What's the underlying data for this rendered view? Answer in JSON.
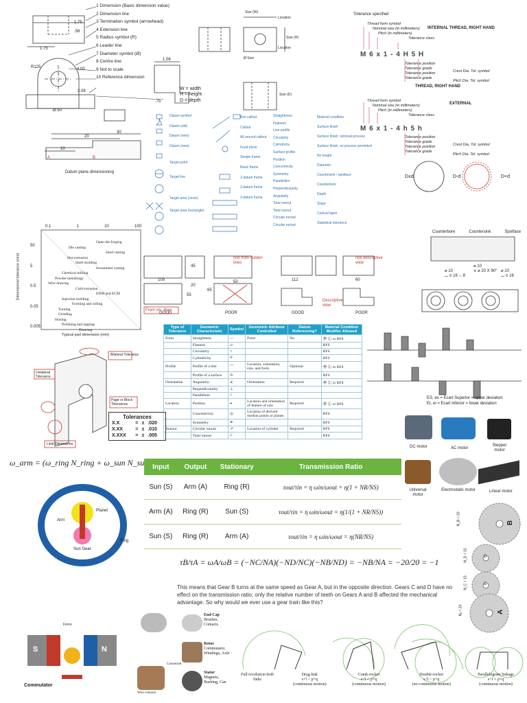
{
  "dimension_list": [
    "1 Dimension (Basic dimension value)",
    "2 Dimension line",
    "3 Termination symbol (arrowhead)",
    "4 Extension line",
    "5 Radius symbol (R)",
    "6 Leader line",
    "7 Diameter symbol (Ø)",
    "8 Centre line",
    "9 Not to scale",
    "10 Reference dimension"
  ],
  "drawing_vals": {
    "v175a": "1.75",
    "v175b": "1.75",
    "v58": ".58",
    "r125": "R125",
    "v40": "4.00",
    "v208": "2.08",
    "v50": "Ø.50",
    "v106": "1.06",
    "v75": ".75"
  },
  "whd": [
    "W = width",
    "H = height",
    "D = depth"
  ],
  "size_labels": {
    "size_w": "Size (W)",
    "location": "Location",
    "size_h": "Size (H)",
    "location2": "Location",
    "hole": "Ø Size",
    "size_d": "Size (D)"
  },
  "thread": {
    "tol_spec": "Tolerance specified",
    "internal": "INTERNAL THREAD, RIGHT HAND",
    "external": "EXTERNAL",
    "right_hand": "THREAD, RIGHT HAND",
    "code_int": "M 6 x 1 - 4 H 5 H",
    "code_ext": "M 6 x 1 - 4 h 5 h",
    "labels_int": [
      "Thread form symbol",
      "Nominal size (in millimeters)",
      "Pitch (in millimeters)",
      "Tolerance class",
      "Tolerance position",
      "Tolerance grade",
      "Tolerance position",
      "Tolerance grade"
    ],
    "labels_int_right": [
      "Crest Dia. Tol. symbol",
      "Pitch Dia. Tol. symbol"
    ],
    "labels_ext": [
      "Thread form symbol",
      "Nominal size (in millimeters)",
      "Pitch (in millimeters)",
      "Tolerance class",
      "Tolerance position",
      "Tolerance grade",
      "Tolerance position",
      "Tolerance grade"
    ],
    "labels_ext_right": [
      "Crest Dia. Tol. symbol",
      "Pitch Dia. Tol. symbol"
    ],
    "circles": [
      "D±d",
      "D-d",
      "D+d"
    ]
  },
  "datum_plane": {
    "dim20": "20",
    "dim30": "30",
    "dim10": "10",
    "A": "A",
    "B": "B",
    "caption": "Datum plane dimensioning"
  },
  "datum_symbols": [
    "Datum symbol",
    "Datum (old)",
    "Datum (new)",
    "Datum (new)",
    "Target point",
    "Target line",
    "Target area (circle)",
    "Target area (rectangle)"
  ],
  "frame_labels": [
    "Box callout",
    "Callout",
    "All around callout",
    "Feed block",
    "Simple frame",
    "Basic frame",
    "2-datum frame",
    "2-datum frame",
    "3-datum frame"
  ],
  "gd_col1": [
    "Straightness",
    "Flatness",
    "Line profile",
    "Circularity",
    "Cylindricity",
    "Surface profile",
    "Position",
    "Concentricity",
    "Symmetry",
    "Parallelism",
    "Perpendicularity",
    "Angularity",
    "Total runout",
    "Total runout",
    "Circular runout",
    "Circular runout"
  ],
  "gd_col2": [
    "Material condition",
    "Surface finish",
    "Surface finish, removal process",
    "Surface finish, no process permitted",
    "No length",
    "Diameter",
    "Countersink / spotface",
    "Counterbore",
    "Depth",
    "Slope",
    "Conical taper",
    "Statistical tolerance"
  ],
  "scatter": {
    "xticks": [
      "0.1",
      "1",
      "10",
      "100"
    ],
    "yticks": [
      "50",
      "5",
      "0.5",
      "0.05",
      "0.005"
    ],
    "ylabel": "Dimensional tolerance (mm)",
    "xlabel": "Typical part dimension (mm)",
    "labels": [
      "Die casting",
      "Open die forging",
      "Investment casting",
      "Sand casting",
      "Shell molding",
      "Drawing",
      "Forming and rolling",
      "Powder metallurgy",
      "Cold extrusion",
      "Turning",
      "Wire drawing",
      "EDM and ECM",
      "Grinding",
      "Honing",
      "Polishing and lapping",
      "Hot extrusion",
      "Chemical milling",
      "Injection molding"
    ]
  },
  "views": {
    "good": "GOOD",
    "poor": "POOR",
    "not_from_hidden": "Not from hidden lines",
    "from_vis": "From vis. lines",
    "not_desc": "Not descriptive view",
    "desc": "Descriptive view",
    "d45": "45",
    "d105": "105",
    "d20": "20",
    "d65": "65",
    "d55": "55",
    "d50": "50",
    "d112": "112",
    "d60": "60"
  },
  "holes": {
    "titles": [
      "Counterbore",
      "Countersink",
      "Spotface"
    ],
    "c1": "⌀ 10",
    "c1b": "⌴ ⌀ 16 ⌵ 8",
    "c2": "⌀ 10",
    "c2b": "∨ ⌀ 20 X 90°",
    "c3": "⌀ 10",
    "c3b": "⌴ ⌀ 16"
  },
  "gtab": {
    "headers": [
      "Type of Tolerance",
      "Geometric Characteristic",
      "Symbol",
      "Geometric Attribute Controlled",
      "Datum Referencing?",
      "Material Condition Modifier Allowed"
    ],
    "rows": [
      [
        "Form",
        "Straightness",
        "—",
        "Form",
        "No",
        "Ⓜ Ⓛ or RFS"
      ],
      [
        "",
        "Flatness",
        "▱",
        "",
        "",
        "RFS"
      ],
      [
        "",
        "Circularity",
        "○",
        "",
        "",
        "RFS"
      ],
      [
        "",
        "Cylindricity",
        "⌭",
        "",
        "",
        "RFS"
      ],
      [
        "Profile",
        "Profile of a line",
        "⌒",
        "Location, orientation, size, and form",
        "Optional",
        "Ⓜ Ⓛ or RFS"
      ],
      [
        "",
        "Profile of a surface",
        "⌓",
        "",
        "",
        "RFS"
      ],
      [
        "Orientation",
        "Angularity",
        "∠",
        "Orientation",
        "Required",
        "Ⓜ Ⓛ or RFS"
      ],
      [
        "",
        "Perpendicularity",
        "⊥",
        "",
        "",
        ""
      ],
      [
        "",
        "Parallelism",
        "//",
        "",
        "",
        ""
      ],
      [
        "Location",
        "Position",
        "⌖",
        "Location and orientation of feature of size",
        "Required",
        "Ⓜ Ⓛ or RFS"
      ],
      [
        "",
        "Concentricity",
        "◎",
        "Location of derived median points or planes",
        "",
        "RFS"
      ],
      [
        "",
        "Symmetry",
        "⌯",
        "",
        "",
        "RFS"
      ],
      [
        "Runout",
        "Circular runout",
        "↗",
        "Location of cylinder",
        "Required",
        "RFS"
      ],
      [
        "",
        "Total runout",
        "⌰",
        "",
        "",
        "RFS"
      ]
    ]
  },
  "bracket": {
    "bilateral": "Bilateral Tolerance",
    "unilateral": "Unilateral Tolerance",
    "page_block": "Page or Block Tolerances",
    "limit": "Limit Dimensions",
    "title": "Tolerances",
    "rows": [
      [
        "X.X",
        "=",
        "±",
        ".020"
      ],
      [
        "X.XX",
        "=",
        "±",
        ".010"
      ],
      [
        "X.XXX",
        "=",
        "±",
        ".005"
      ]
    ]
  },
  "deviation": {
    "l1": "ES, es = Ecart Superior = upper deviation",
    "l2": "EI, ei = Ecart Inferior = lower deviation"
  },
  "motors": [
    "DC motor",
    "AC motor",
    "Stepper motor",
    "Universal motor",
    "Electrostatic motor",
    "Linear motor"
  ],
  "omega": "ω_arm = (ω_ring N_ring + ω_sun N_sun) / (N_ring + N_sun)",
  "ttab": {
    "headers": [
      "Input",
      "Output",
      "Stationary",
      "Transmission Ratio"
    ],
    "rows": [
      [
        "Sun (S)",
        "Arm (A)",
        "Ring (R)",
        "τout/τin = η ωin/ωout = η(1 + NR/NS)"
      ],
      [
        "Arm (A)",
        "Ring (R)",
        "Sun (S)",
        "τout/τin = η ωin/ωout = η(1/(1 + NR/NS))"
      ],
      [
        "Sun (S)",
        "Ring (R)",
        "Arm (A)",
        "τout/τin = η ωin/ωout = η(NR/NS)"
      ]
    ]
  },
  "planet": {
    "arm": "Arm",
    "planet": "Planet",
    "sun": "Sun Gear",
    "ring": "Ring"
  },
  "gear_eq": "τB/τA = ωA/ωB = (−NC/NA)(−ND/NC)(−NB/ND) = −NB/NA = −20/20 = −1",
  "gear_text": "This means that Gear B turns at the same speed as Gear A, but in the opposite direction. Gears C and D have no effect on the transmission ratio; only the relative number of teeth on Gears A and B affected the mechanical advantage. So why would we ever use a gear train like this?",
  "gears": {
    "A": "A",
    "B": "B",
    "C": "C",
    "D": "D",
    "nA": "Nₐ = 20",
    "nB": "N_B = 20",
    "nC": "N_C = 15",
    "nD": "N_D = 15"
  },
  "dcmotor": {
    "s": "S",
    "n": "N",
    "commutator": "Commutator",
    "force": "Force",
    "end_cap": "End Cap",
    "end_cap_d": "Brushes, Contacts",
    "rotor": "Rotor",
    "rotor_d": "Commutator, Windings, Axle",
    "stator": "Stator",
    "stator_d": "Magnets, Bushing, Can",
    "connected": "Connected",
    "wire": "Wire contacts"
  },
  "linkages": [
    {
      "t": "Full revolution both links",
      "e": ""
    },
    {
      "t": "Drag-link",
      "e": "s+l < p+q",
      "s": "(continuous motion)"
    },
    {
      "t": "Crank-rocker",
      "e": "s+l < p+q",
      "s": "(continuous motion)"
    },
    {
      "t": "Double-rocker",
      "e": "s+l < p+q",
      "s": "(no continuous motion)"
    },
    {
      "t": "Parallelogram linkage",
      "e": "s+l = p+q",
      "s": "(continuous motion)"
    }
  ]
}
